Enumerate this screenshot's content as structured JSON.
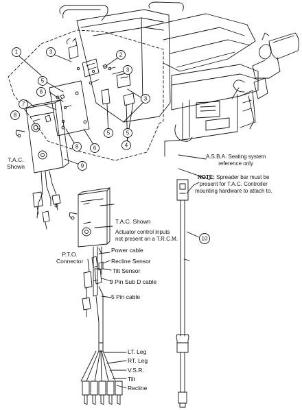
{
  "callouts": [
    "1",
    "2",
    "3",
    "3",
    "3",
    "4",
    "5",
    "5",
    "5",
    "6",
    "6",
    "7",
    "8",
    "8",
    "9",
    "10"
  ],
  "labels": {
    "tac_shown_top_1": "T.A.C.",
    "tac_shown_top_2": "Shown",
    "asba_1": "A.S.B.A. Seating system",
    "asba_2": "reference only",
    "note_bold": "NOTE:",
    "note_rest_1": " Spreader bar must be",
    "note_2": "present for T.A.C. Controller",
    "note_3": "mounting hardware to attach to.",
    "tac_shown_mid": "T.A.C. Shown",
    "actuator_1": "Actuator control inputs",
    "actuator_2": "not present on a T.R.C.M.",
    "power_cable": "Power cable",
    "recline_sensor": "Recline Sensor",
    "tilt_sensor": "Tilt Sensor",
    "pto_1": "P.T.O.",
    "pto_2": "Connector",
    "sub_d": "9 Pin Sub D cable",
    "five_pin": "5 Pin cable",
    "lt_leg": "LT. Leg",
    "rt_leg": "RT. Leg",
    "vsr": "V.S.R.",
    "tilt": "Tilt",
    "recline": "Recline"
  }
}
